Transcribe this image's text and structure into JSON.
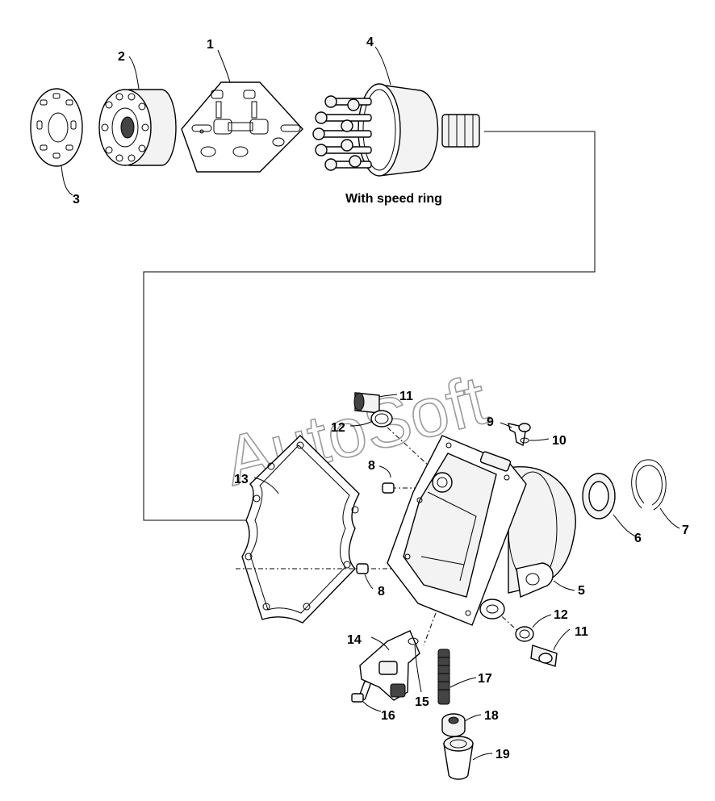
{
  "caption": "With speed ring",
  "watermark": "AutoSoft",
  "labels": {
    "p1": "1",
    "p2": "2",
    "p3": "3",
    "p4": "4",
    "p5": "5",
    "p6": "6",
    "p7": "7",
    "p8a": "8",
    "p8b": "8",
    "p9": "9",
    "p10": "10",
    "p11a": "11",
    "p11b": "11",
    "p12a": "12",
    "p12b": "12",
    "p13": "13",
    "p14": "14",
    "p15": "15",
    "p16": "16",
    "p17": "17",
    "p18": "18",
    "p19": "19"
  }
}
